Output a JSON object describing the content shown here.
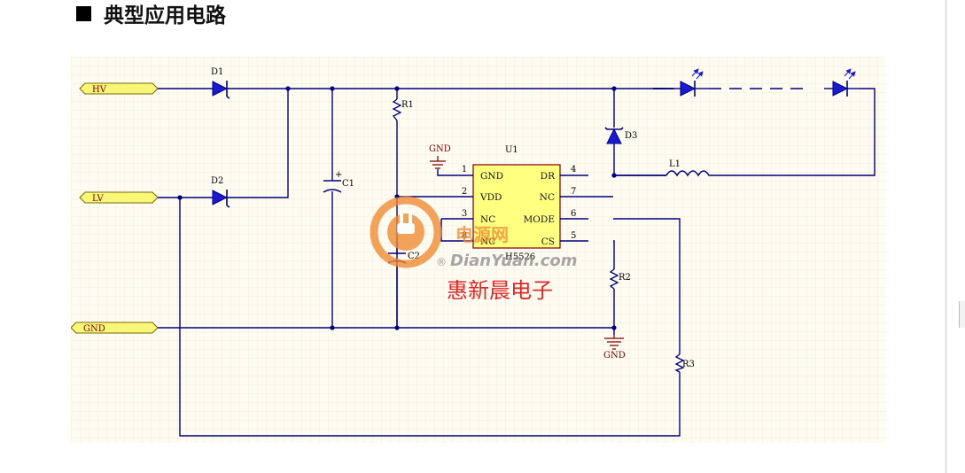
{
  "heading": {
    "title": "典型应用电路"
  },
  "schematic": {
    "ports": {
      "hv": "HV",
      "lv": "LV",
      "gnd": "GND"
    },
    "parts": {
      "d1": "D1",
      "d2": "D2",
      "d3": "D3",
      "c1": "C1",
      "c2": "C2",
      "r1": "R1",
      "r2": "R2",
      "r3": "R3",
      "l1": "L1",
      "u1": "U1",
      "cap_plus": "+"
    },
    "chip": {
      "pins_left": [
        {
          "num": "1",
          "name": "GND"
        },
        {
          "num": "2",
          "name": "VDD"
        },
        {
          "num": "3",
          "name": "NC"
        },
        {
          "num": "8",
          "name": "NC"
        }
      ],
      "pins_right": [
        {
          "num": "4",
          "name": "DR"
        },
        {
          "num": "7",
          "name": "NC"
        },
        {
          "num": "6",
          "name": "MODE"
        },
        {
          "num": "5",
          "name": "CS"
        }
      ],
      "part_number": "H5526"
    },
    "gnd_labels": {
      "top": "GND",
      "bottom": "GND"
    }
  },
  "watermark": {
    "brand_cn": "电源网",
    "brand_en": "DianYuan.com",
    "company": "惠新晨电子"
  },
  "colors": {
    "wire": "#00007e",
    "chip_fill": "#ffff80",
    "port_fill": "#f9f77a",
    "watermark": "#ee7a20"
  }
}
